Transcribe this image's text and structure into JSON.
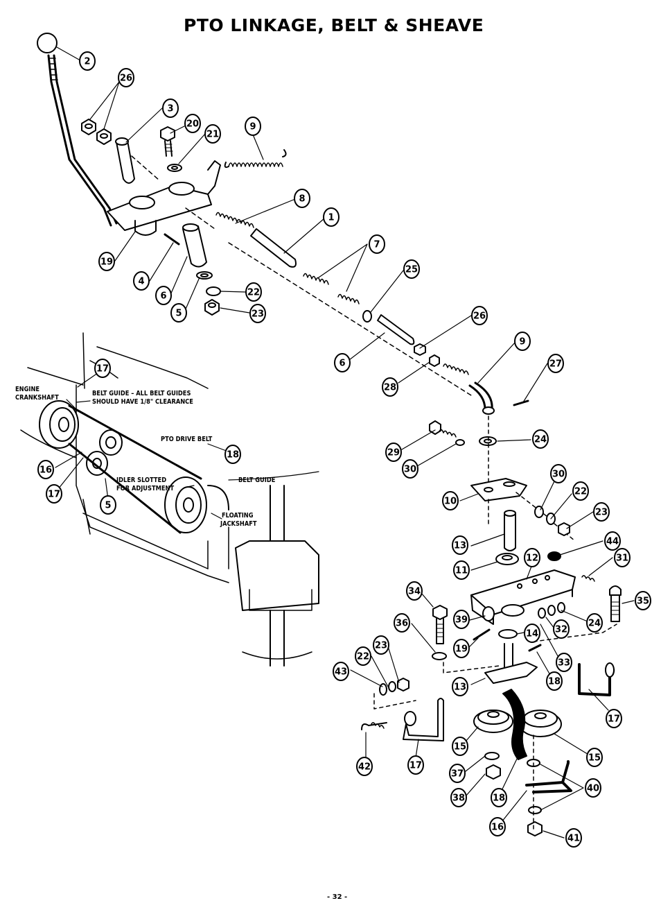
{
  "title": "PTO LINKAGE, BELT & SHEAVE",
  "page_number": "- 32 -",
  "labels": {
    "engine_crankshaft_1": "ENGINE",
    "engine_crankshaft_2": "CRANKSHAFT",
    "belt_guide_clearance_1": "BELT GUIDE – ALL BELT GUIDES",
    "belt_guide_clearance_2": "SHOULD HAVE 1/8\" CLEARANCE",
    "pto_drive_belt": "PTO DRIVE BELT",
    "idler_slotted_1": "IDLER SLOTTED",
    "idler_slotted_2": "FOR ADJUSTMENT",
    "belt_guide": "BELT GUIDE",
    "floating_jackshaft_1": "FLOATING",
    "floating_jackshaft_2": "JACKSHAFT"
  },
  "callouts": [
    "2",
    "26",
    "3",
    "20",
    "21",
    "9",
    "8",
    "1",
    "19",
    "4",
    "6",
    "5",
    "22",
    "23",
    "7",
    "25",
    "26",
    "9",
    "6",
    "27",
    "28",
    "29",
    "30",
    "24",
    "10",
    "30",
    "22",
    "23",
    "44",
    "13",
    "11",
    "12",
    "31",
    "34",
    "39",
    "32",
    "24",
    "35",
    "36",
    "19",
    "14",
    "23",
    "22",
    "43",
    "13",
    "33",
    "18",
    "17",
    "42",
    "17",
    "15",
    "15",
    "37",
    "38",
    "18",
    "40",
    "16",
    "41",
    "17",
    "18",
    "16",
    "17",
    "5"
  ]
}
